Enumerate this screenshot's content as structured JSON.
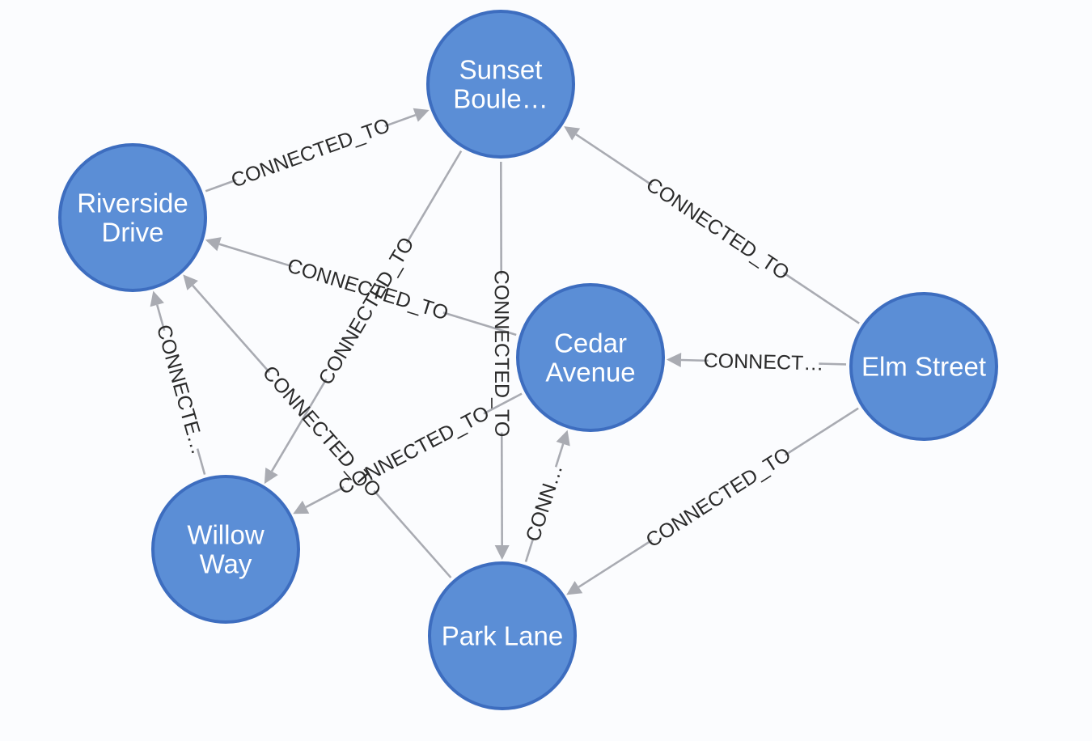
{
  "colors": {
    "node_fill": "#5b8ed6",
    "node_stroke": "#3d6dbf",
    "edge": "#a9abb2",
    "edge_label": "#2a2a2a",
    "background": "#fbfcfe"
  },
  "nodes": [
    {
      "id": "sunset",
      "name": "sunset-boulevard-node",
      "label_lines": [
        "Sunset",
        "Boule…"
      ]
    },
    {
      "id": "riverside",
      "name": "riverside-drive-node",
      "label_lines": [
        "Riverside",
        "Drive"
      ]
    },
    {
      "id": "cedar",
      "name": "cedar-avenue-node",
      "label_lines": [
        "Cedar",
        "Avenue"
      ]
    },
    {
      "id": "elm",
      "name": "elm-street-node",
      "label_lines": [
        "Elm Street"
      ]
    },
    {
      "id": "willow",
      "name": "willow-way-node",
      "label_lines": [
        "Willow",
        "Way"
      ]
    },
    {
      "id": "park",
      "name": "park-lane-node",
      "label_lines": [
        "Park Lane"
      ]
    }
  ],
  "edges": [
    {
      "from": "riverside",
      "to": "sunset",
      "label": "CONNECTED_TO"
    },
    {
      "from": "elm",
      "to": "sunset",
      "label": "CONNECTED_TO"
    },
    {
      "from": "cedar",
      "to": "riverside",
      "label": "CONNECTED_TO"
    },
    {
      "from": "sunset",
      "to": "willow",
      "label": "CONNECTED_TO"
    },
    {
      "from": "sunset",
      "to": "park",
      "label": "CONNECTED_TO"
    },
    {
      "from": "elm",
      "to": "cedar",
      "label": "CONNECT…"
    },
    {
      "from": "willow",
      "to": "riverside",
      "label": "CONNECTE…"
    },
    {
      "from": "park",
      "to": "riverside",
      "label": "CONNECTED_TO"
    },
    {
      "from": "cedar",
      "to": "willow",
      "label": "CONNECTED_TO"
    },
    {
      "from": "park",
      "to": "cedar",
      "label": "CONN…"
    },
    {
      "from": "elm",
      "to": "park",
      "label": "CONNECTED_TO"
    }
  ]
}
